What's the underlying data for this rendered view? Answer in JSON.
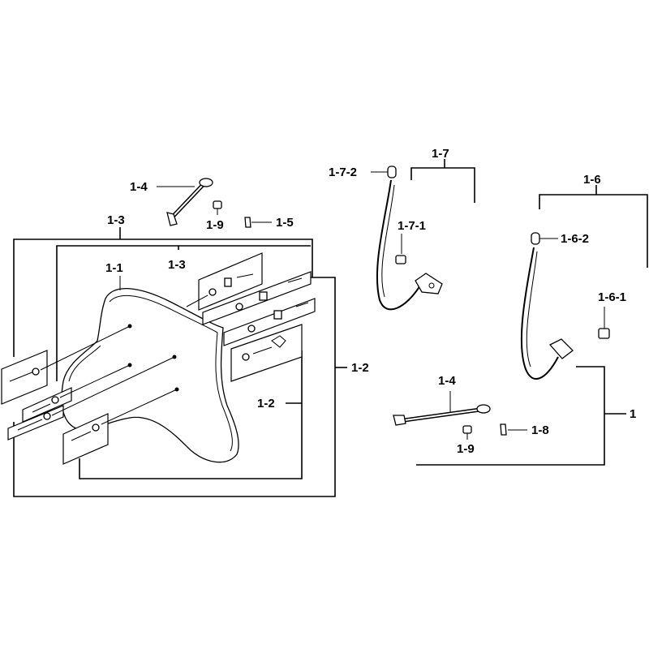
{
  "diagram": {
    "title": "Seat and battery cable parts diagram",
    "callouts": {
      "c1_1": "1-1",
      "c1_2_upper": "1-2",
      "c1_2_lower": "1-2",
      "c1_3_outer": "1-3",
      "c1_3_inner": "1-3",
      "c1_4_top": "1-4",
      "c1_5": "1-5",
      "c1_9_top": "1-9",
      "c1_7": "1-7",
      "c1_7_1": "1-7-1",
      "c1_7_2": "1-7-2",
      "c1_6": "1-6",
      "c1_6_1": "1-6-1",
      "c1_6_2": "1-6-2",
      "c1_4_bottom": "1-4",
      "c1_8": "1-8",
      "c1_9_bottom": "1-9",
      "c1": "1"
    }
  }
}
